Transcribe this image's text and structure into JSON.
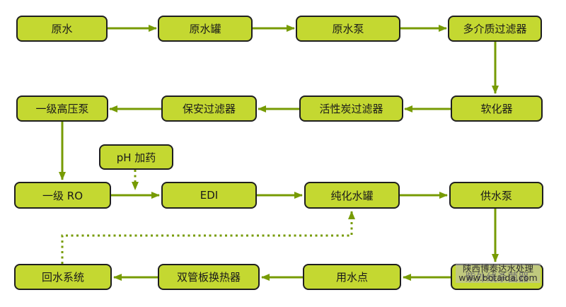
{
  "diagram": {
    "nodes": [
      {
        "id": "raw-water",
        "label": "原水"
      },
      {
        "id": "raw-water-tank",
        "label": "原水罐"
      },
      {
        "id": "raw-water-pump",
        "label": "原水泵"
      },
      {
        "id": "multimedia-filter",
        "label": "多介质过滤器"
      },
      {
        "id": "softener",
        "label": "软化器"
      },
      {
        "id": "activated-carbon-filter",
        "label": "活性炭过滤器"
      },
      {
        "id": "security-filter",
        "label": "保安过滤器"
      },
      {
        "id": "first-stage-high-pressure-pump",
        "label": "一级高压泵"
      },
      {
        "id": "ph-dosing",
        "label": "pH 加药"
      },
      {
        "id": "first-stage-ro",
        "label": "一级 RO"
      },
      {
        "id": "edi",
        "label": "EDI"
      },
      {
        "id": "purified-water-tank",
        "label": "纯化水罐"
      },
      {
        "id": "supply-pump",
        "label": "供水泵"
      },
      {
        "id": "uv-sterilizer",
        "label": "紫外线杀菌器"
      },
      {
        "id": "water-use-point",
        "label": "用水点"
      },
      {
        "id": "double-tube-sheet-heat-exchanger",
        "label": "双管板换热器"
      },
      {
        "id": "return-water-system",
        "label": "回水系统"
      }
    ],
    "watermark": {
      "line1": "陕西博泰达水处理",
      "line2": "www.botaida.com"
    },
    "colors": {
      "node_fill": "#c4d831",
      "node_border": "#1f1f1f",
      "connector": "#779b04"
    }
  }
}
